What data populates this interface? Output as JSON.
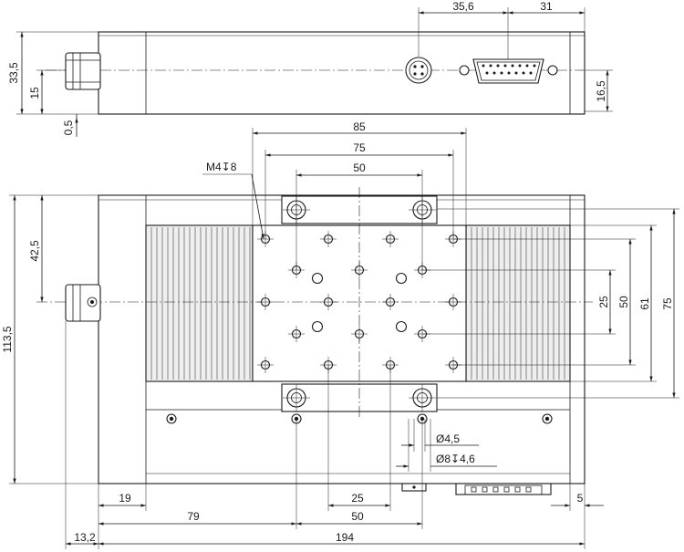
{
  "dimensions": {
    "top_view": {
      "d_35_6": "35,6",
      "d_31": "31",
      "d_33_5": "33,5",
      "d_15": "15",
      "d_0_5": "0,5",
      "d_16_5": "16,5"
    },
    "front_view": {
      "d_85": "85",
      "d_75_top": "75",
      "d_50_top": "50",
      "thread_callout": "M4↧8",
      "d_42_5": "42,5",
      "d_113_5": "113,5",
      "d_25_right": "25",
      "d_50_right": "50",
      "d_61": "61",
      "d_75_right": "75",
      "hole_small": "Ø4,5",
      "hole_counterbore": "Ø8↧4,6",
      "d_19": "19",
      "d_25_bottom": "25",
      "d_5": "5",
      "d_79": "79",
      "d_50_bottom": "50",
      "d_13_2": "13,2",
      "d_194": "194"
    }
  }
}
